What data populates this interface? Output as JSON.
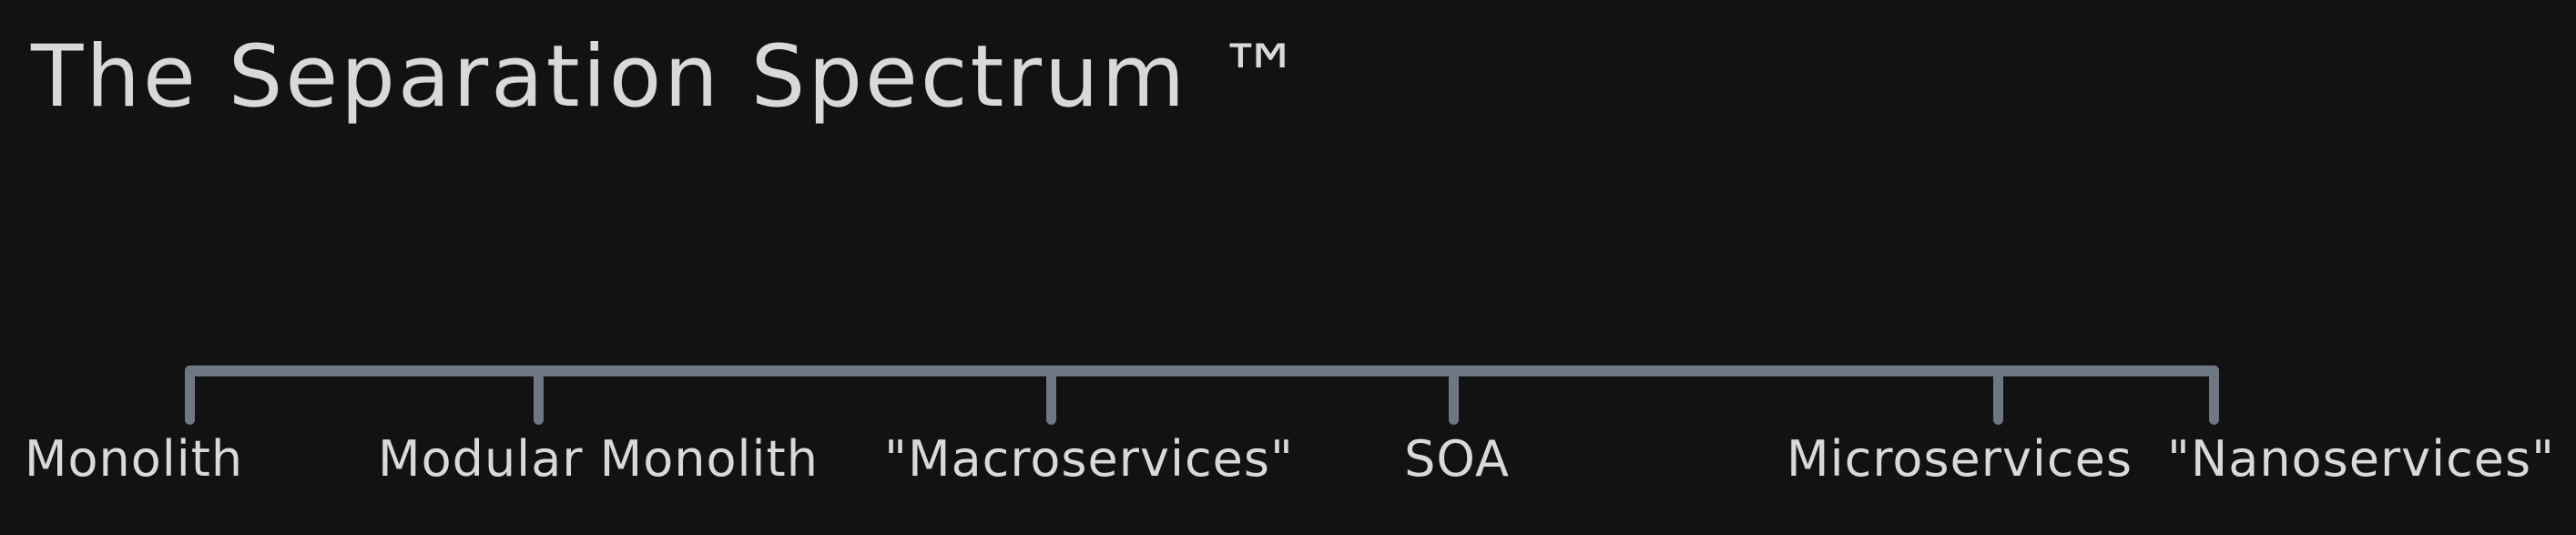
{
  "title": "The Separation Spectrum ™",
  "colors": {
    "background": "#121212",
    "line": "#6e7883",
    "text": "#d9d9d9"
  },
  "spectrum": {
    "description": "horizontal spectrum axis with six tick marks from most-monolithic (left) to most-granular (right)",
    "items": [
      {
        "label": "Monolith"
      },
      {
        "label": "Modular Monolith"
      },
      {
        "label": "\"Macroservices\""
      },
      {
        "label": "SOA"
      },
      {
        "label": "Microservices"
      },
      {
        "label": "\"Nanoservices\""
      }
    ]
  }
}
